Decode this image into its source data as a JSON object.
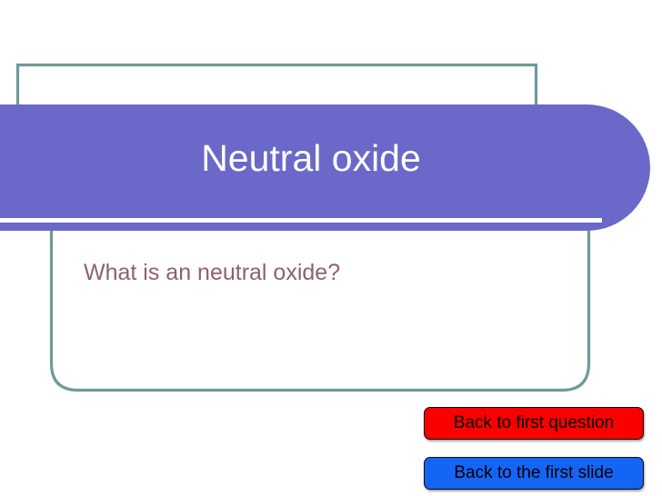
{
  "slide": {
    "title": "Neutral oxide",
    "body_text": "What is an neutral oxide?",
    "buttons": [
      {
        "label": "Back to first question",
        "color": "#fb0000",
        "text_color": "#000000"
      },
      {
        "label": "Back to the first slide",
        "color": "#1565f5",
        "text_color": "#000000"
      }
    ],
    "colors": {
      "banner": "#6a68c8",
      "frame": "#6e9b99",
      "title_text": "#ffffff",
      "body_text": "#8c6368",
      "background": "#ffffff",
      "banner_rule": "#ffffff"
    }
  }
}
